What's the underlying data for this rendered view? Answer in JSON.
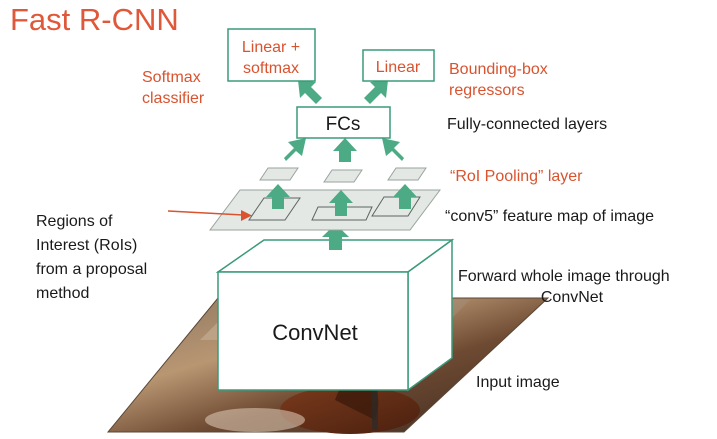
{
  "title": "Fast R-CNN",
  "boxes": {
    "linear_softmax": [
      "Linear +",
      "softmax"
    ],
    "linear": "Linear",
    "fcs": "FCs",
    "convnet": "ConvNet"
  },
  "labels": {
    "softmax_classifier": [
      "Softmax",
      "classifier"
    ],
    "bbox_regressors": [
      "Bounding-box",
      "regressors"
    ],
    "fc_layers": "Fully-connected layers",
    "roi_pooling": "“RoI Pooling” layer",
    "feature_map": "“conv5” feature map of image",
    "regions": [
      "Regions of",
      "Interest (RoIs)",
      "from a proposal",
      "method"
    ],
    "forward": [
      "Forward whole image through",
      "ConvNet"
    ],
    "input_image": "Input image"
  },
  "colors": {
    "title": "#e0583a",
    "accent_red": "#d9532f",
    "box_border": "#3a9a7a",
    "arrow": "#4caa84",
    "plane_fill": "#e3e8e5",
    "plane_stroke": "#9aa39e",
    "text": "#1a1a1a"
  }
}
